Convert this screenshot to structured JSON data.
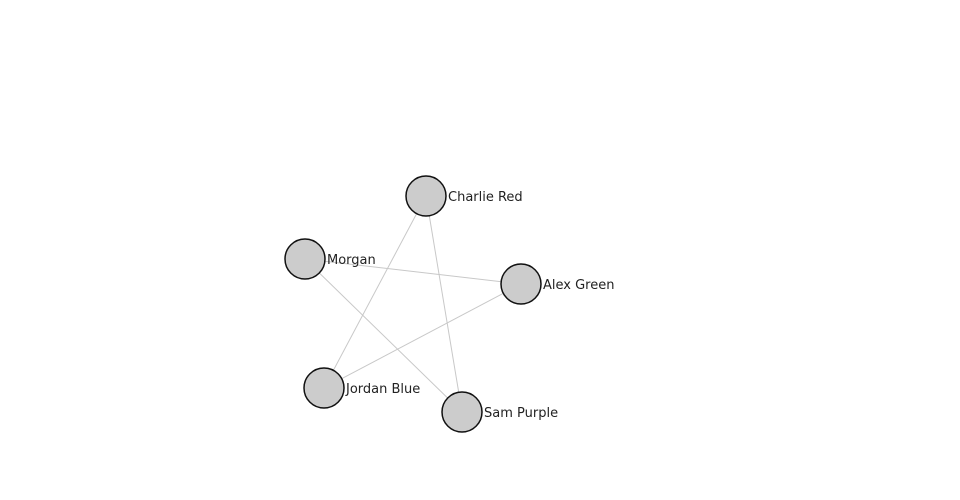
{
  "graph": {
    "node_fill": "#cccccc",
    "node_stroke": "#111111",
    "edge_color": "#c8c8c8",
    "nodes": [
      {
        "id": "charlie",
        "label": "Charlie Red"
      },
      {
        "id": "morgan",
        "label": "Morgan"
      },
      {
        "id": "alex",
        "label": "Alex Green"
      },
      {
        "id": "jordan",
        "label": "Jordan Blue"
      },
      {
        "id": "sam",
        "label": "Sam Purple"
      }
    ],
    "edges": [
      {
        "source": "charlie",
        "target": "jordan"
      },
      {
        "source": "charlie",
        "target": "sam"
      },
      {
        "source": "morgan",
        "target": "alex"
      },
      {
        "source": "morgan",
        "target": "sam"
      },
      {
        "source": "alex",
        "target": "jordan"
      }
    ]
  }
}
